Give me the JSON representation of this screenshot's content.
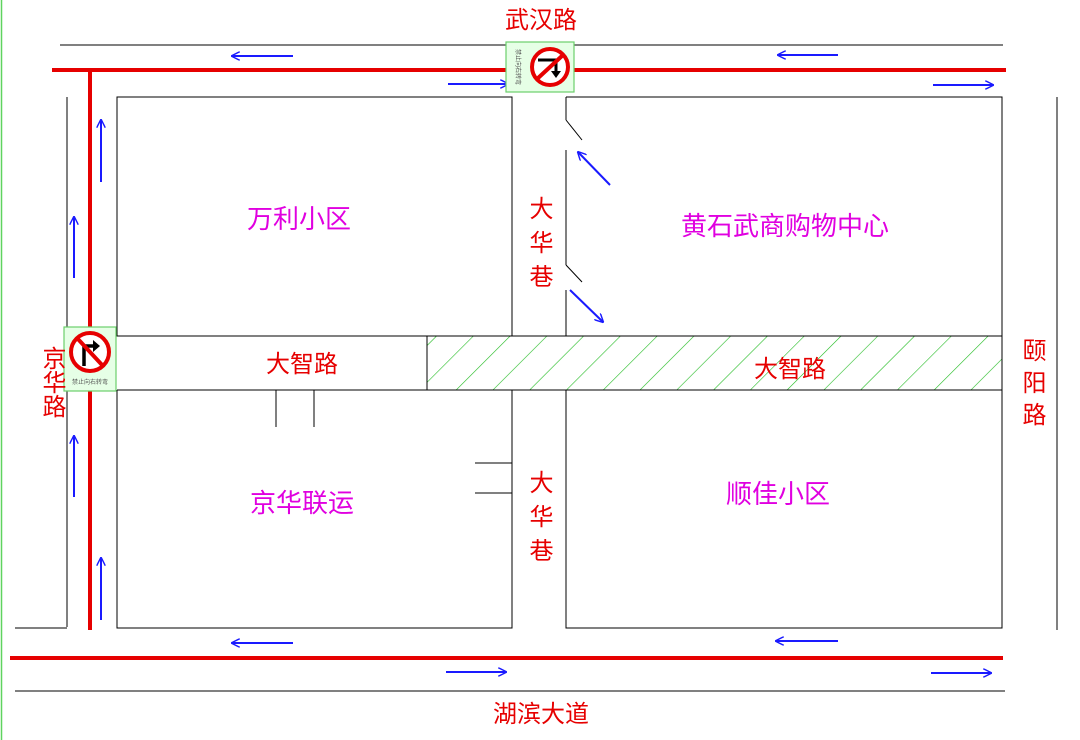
{
  "roads": {
    "wuhan": "武汉路",
    "jinghua": "京华路",
    "yiyang": "颐阳路",
    "hubin": "湖滨大道",
    "dazhi_west": "大智路",
    "dazhi_east": "大智路",
    "dahua_north": "大华巷",
    "dahua_south": "大华巷"
  },
  "areas": {
    "wanli": "万利小区",
    "huangshi": "黄石武商购物中心",
    "jinghua_lianyun": "京华联运",
    "shunjia": "顺佳小区"
  },
  "signs": {
    "top": {
      "icon": "no-right-turn-down-icon",
      "caption": "禁止向右转弯"
    },
    "left": {
      "icon": "no-right-turn-icon",
      "caption": "禁止向右转弯"
    }
  },
  "colors": {
    "road_red": "#e60000",
    "arrow_blue": "#1a1aff",
    "label_magenta": "#e000e0",
    "hatch_green": "#22bb22",
    "sign_bg": "#e6ffe6"
  }
}
